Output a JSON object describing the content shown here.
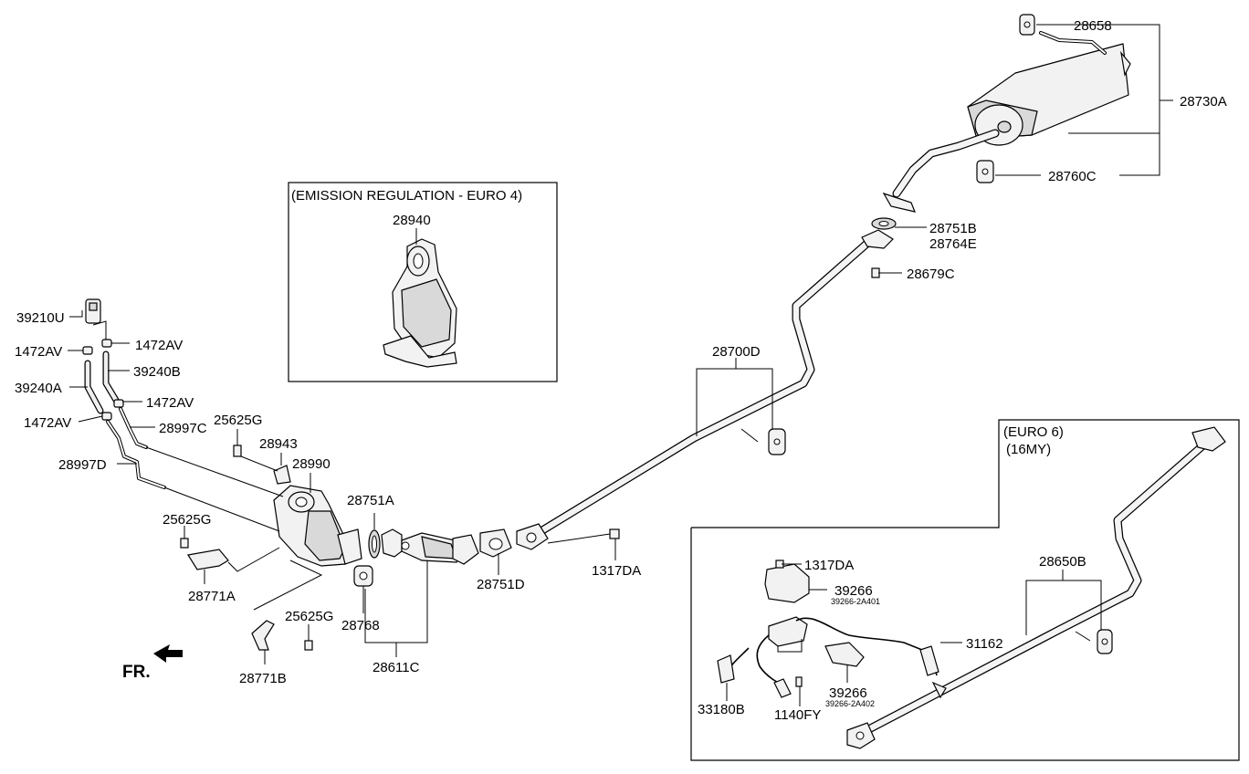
{
  "frames": {
    "euro4_title": "(EMISSION REGULATION - EURO 4)",
    "euro6_title_line1": "(EURO 6)",
    "euro6_title_line2": "(16MY)"
  },
  "direction": {
    "label": "FR."
  },
  "labels": {
    "p28658": "28658",
    "p28730A": "28730A",
    "p28760C": "28760C",
    "p28751B": "28751B",
    "p28764E": "28764E",
    "p28679C": "28679C",
    "p28940": "28940",
    "p28700D": "28700D",
    "p39210U": "39210U",
    "p1472AV_a": "1472AV",
    "p1472AV_b": "1472AV",
    "p1472AV_c": "1472AV",
    "p1472AV_d": "1472AV",
    "p39240A": "39240A",
    "p39240B": "39240B",
    "p28997C": "28997C",
    "p28997D": "28997D",
    "p25625G_a": "25625G",
    "p25625G_b": "25625G",
    "p25625G_c": "25625G",
    "p28943": "28943",
    "p28990": "28990",
    "p28751A": "28751A",
    "p28751D": "28751D",
    "p1317DA_a": "1317DA",
    "p1317DA_b": "1317DA",
    "p28768": "28768",
    "p28611C": "28611C",
    "p28771A": "28771A",
    "p28771B": "28771B",
    "p28650B": "28650B",
    "p39266_a": "39266",
    "p39266_a_sub": "39266-2A401",
    "p39266_b": "39266",
    "p39266_b_sub": "39266-2A402",
    "p31162": "31162",
    "p33180B": "33180B",
    "p1140FY": "1140FY"
  }
}
